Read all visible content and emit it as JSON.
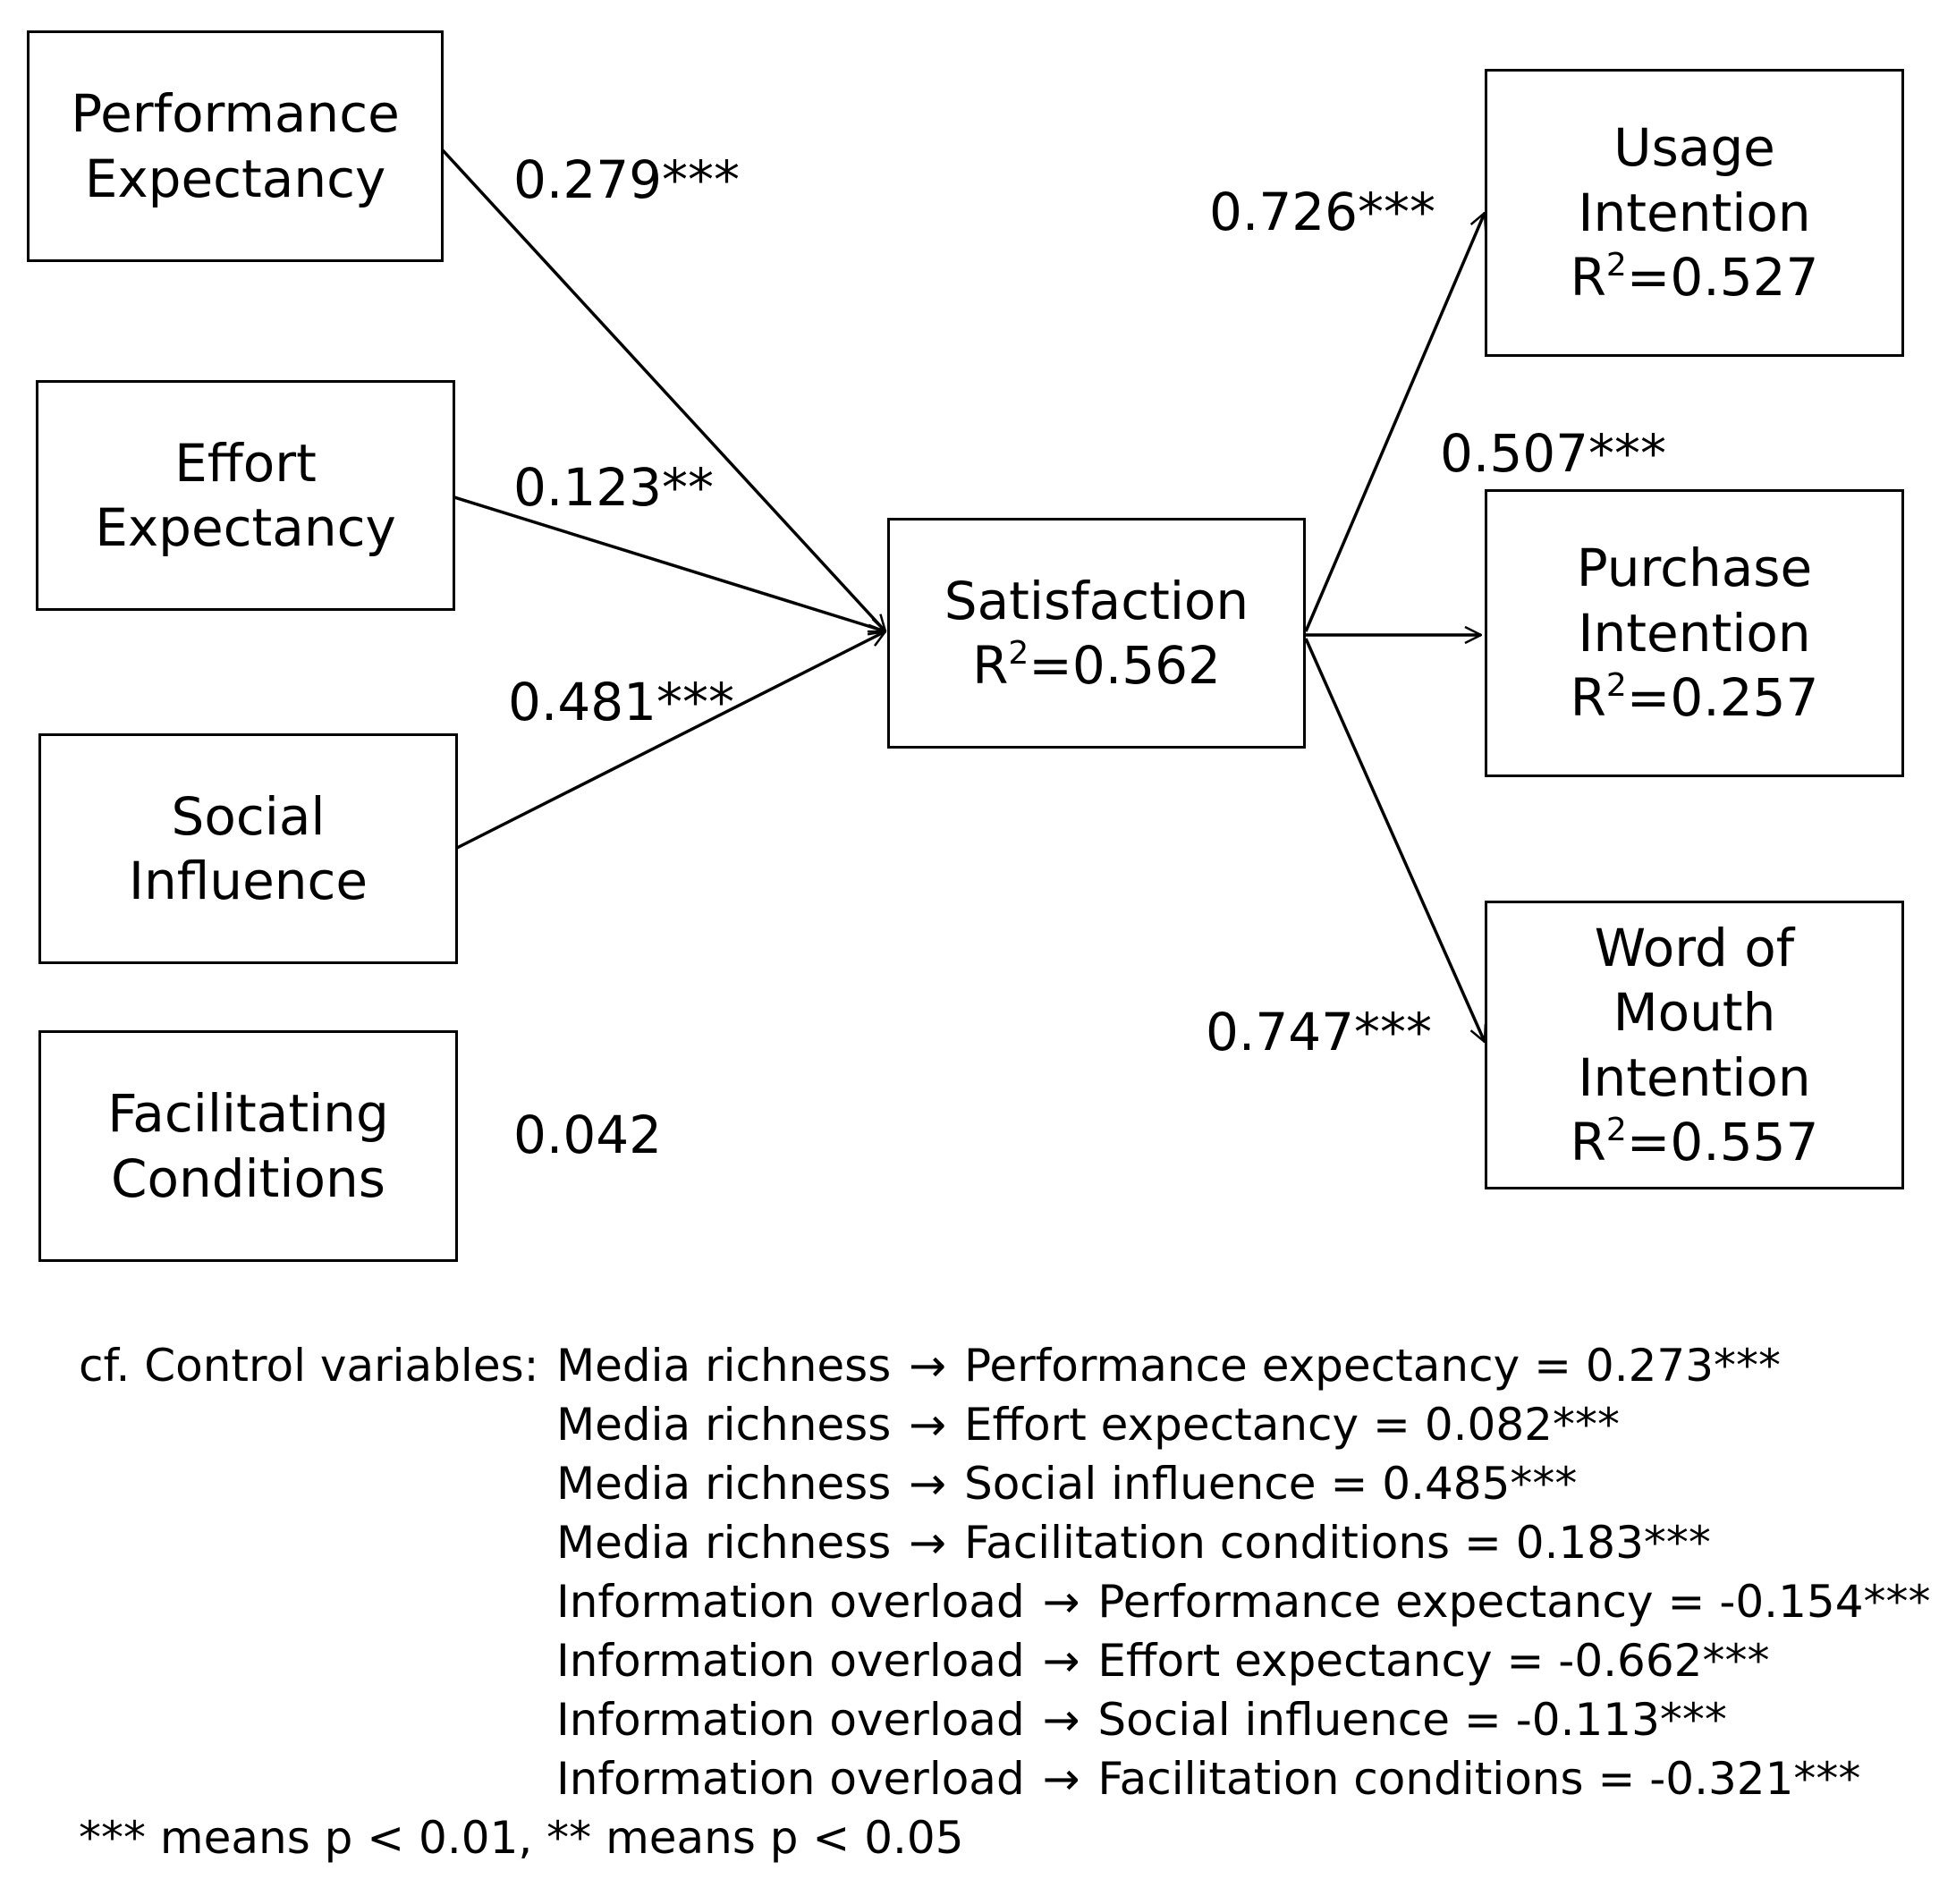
{
  "nodes": {
    "performance_expectancy": {
      "lines": [
        "Performance",
        "Expectancy"
      ]
    },
    "effort_expectancy": {
      "lines": [
        "Effort",
        "Expectancy"
      ]
    },
    "social_influence": {
      "lines": [
        "Social",
        "Influence"
      ]
    },
    "facilitating_conditions": {
      "lines": [
        "Facilitating",
        "Conditions"
      ]
    },
    "satisfaction": {
      "lines": [
        "Satisfaction"
      ],
      "r2_prefix": "R",
      "r2_sup": "2",
      "r2_value": "=0.562"
    },
    "usage_intention": {
      "lines": [
        "Usage",
        "Intention"
      ],
      "r2_prefix": "R",
      "r2_sup": "2",
      "r2_value": "=0.527"
    },
    "purchase_intention": {
      "lines": [
        "Purchase",
        "Intention"
      ],
      "r2_prefix": "R",
      "r2_sup": "2",
      "r2_value": "=0.257"
    },
    "word_of_mouth_intention": {
      "lines": [
        "Word of",
        "Mouth",
        "Intention"
      ],
      "r2_prefix": "R",
      "r2_sup": "2",
      "r2_value": "=0.557"
    }
  },
  "paths": {
    "pe_sat": "0.279***",
    "ee_sat": "0.123**",
    "si_sat": "0.481***",
    "fc_sat": "0.042",
    "sat_ui": "0.726***",
    "sat_pi": "0.507***",
    "sat_wom": "0.747***"
  },
  "notes": {
    "prefix": "cf. Control variables:",
    "arrow": "→",
    "rows": [
      {
        "from": "Media richness",
        "to": "Performance expectancy",
        "value": "= 0.273***"
      },
      {
        "from": "Media richness",
        "to": "Effort expectancy",
        "value": "= 0.082***"
      },
      {
        "from": "Media richness",
        "to": "Social influence",
        "value": "= 0.485***"
      },
      {
        "from": "Media richness",
        "to": "Facilitation conditions",
        "value": "= 0.183***"
      },
      {
        "from": "Information overload",
        "to": "Performance expectancy",
        "value": "= -0.154***"
      },
      {
        "from": "Information overload",
        "to": "Effort expectancy",
        "value": "= -0.662***"
      },
      {
        "from": "Information overload",
        "to": "Social influence",
        "value": "= -0.113***"
      },
      {
        "from": "Information overload",
        "to": "Facilitation conditions",
        "value": "= -0.321***"
      }
    ],
    "footnote": "*** means p < 0.01, ** means p < 0.05"
  }
}
